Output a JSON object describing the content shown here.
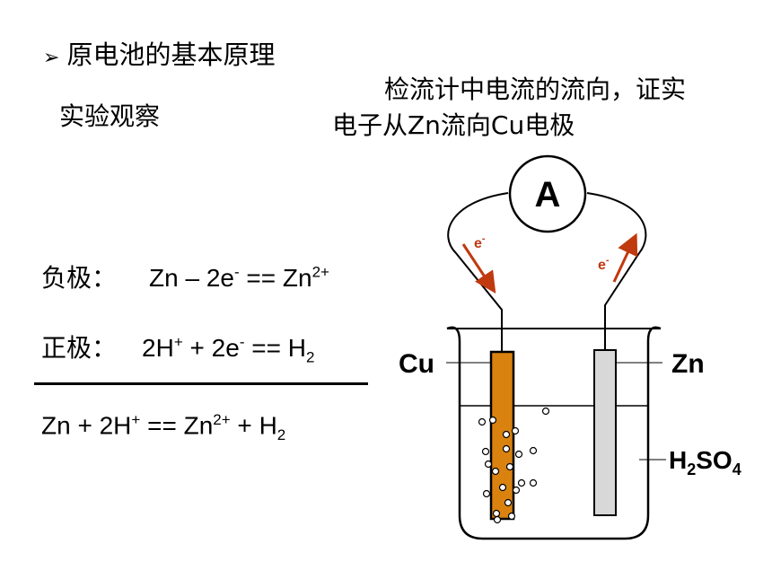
{
  "title": {
    "bullet": "➢",
    "text": "原电池的基本原理"
  },
  "observation": "实验观察",
  "note": {
    "line1": "检流计中电流的流向，证实",
    "line2": "电子从Zn流向Cu电极"
  },
  "equations": {
    "negative": {
      "label": "负极：",
      "lhs": "Zn – 2e",
      "e_sup": "-",
      "mid": " == Zn",
      "ion_sup": "2+"
    },
    "positive": {
      "label": "正极：",
      "lhs": "2H",
      "h_sup": "+",
      "mid": " + 2e",
      "e_sup": "-",
      "eqs": " == H",
      "sub": "2"
    },
    "overall": {
      "a": "Zn + 2H",
      "a_sup": "+",
      "b": " == Zn",
      "b_sup": "2+",
      "c": " + H",
      "c_sub": "2"
    }
  },
  "diagram": {
    "meter": "A",
    "electron_left": "e",
    "electron_left_sup": "-",
    "electron_right": "e",
    "electron_right_sup": "-",
    "cu_label": "Cu",
    "zn_label": "Zn",
    "acid": {
      "h": "H",
      "s1": "2",
      "so": "SO",
      "s2": "4"
    },
    "colors": {
      "copper": "#d9820f",
      "zinc": "#d8d8d8",
      "arrow": "#c0390f"
    }
  }
}
